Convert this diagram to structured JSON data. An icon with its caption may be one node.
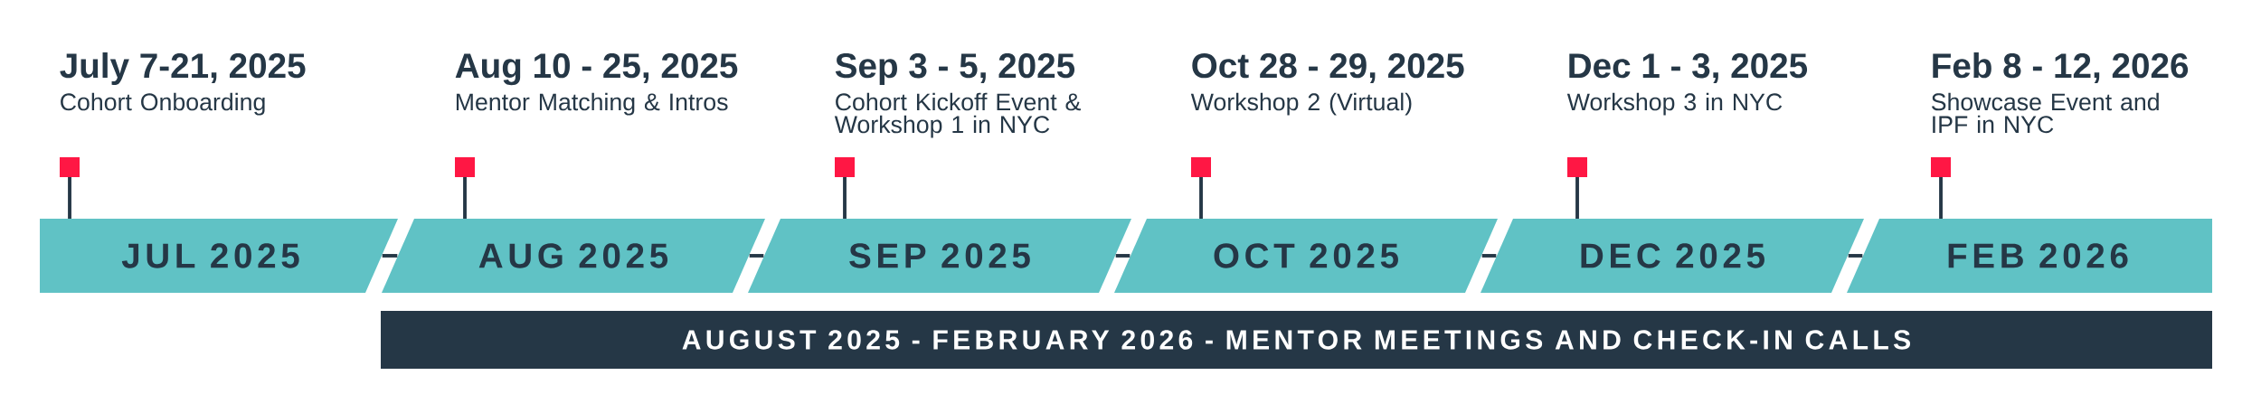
{
  "diagram": {
    "nodes": [
      {
        "text": [
          "JUL 2025"
        ],
        "beside": [
          "July 7-21, 2025",
          "Cohort Onboarding"
        ]
      },
      {
        "text": [
          "AUG 2025"
        ],
        "beside": [
          "Aug 10 - 25, 2025",
          "Mentor Matching & Intros"
        ]
      },
      {
        "text": [
          "SEP 2025"
        ],
        "beside": [
          "Sep 3 - 5, 2025",
          "Cohort Kickoff Event & Workshop 1 in NYC"
        ]
      },
      {
        "text": [
          "OCT 2025"
        ],
        "beside": [
          "Oct 28 - 29, 2025",
          "Workshop 2 (Virtual)"
        ]
      },
      {
        "text": [
          "DEC 2025"
        ],
        "beside": [
          "Dec 1 - 3, 2025",
          "Workshop 3 in NYC"
        ]
      },
      {
        "text": [
          "FEB 2026"
        ],
        "beside": [
          "Feb 8 - 12, 2026",
          "Showcase Event and IPF in NYC"
        ]
      },
      {
        "text": [
          "AUGUST 2025 - FEBRUARY 2026 - MENTOR MEETINGS AND CHECK-IN CALLS"
        ]
      }
    ],
    "edges": [
      {
        "from": 0,
        "to": 1,
        "arrow": "none"
      },
      {
        "from": 1,
        "to": 2,
        "arrow": "none"
      },
      {
        "from": 2,
        "to": 3,
        "arrow": "none"
      },
      {
        "from": 3,
        "to": 4,
        "arrow": "none"
      },
      {
        "from": 4,
        "to": 5,
        "arrow": "none"
      }
    ]
  }
}
